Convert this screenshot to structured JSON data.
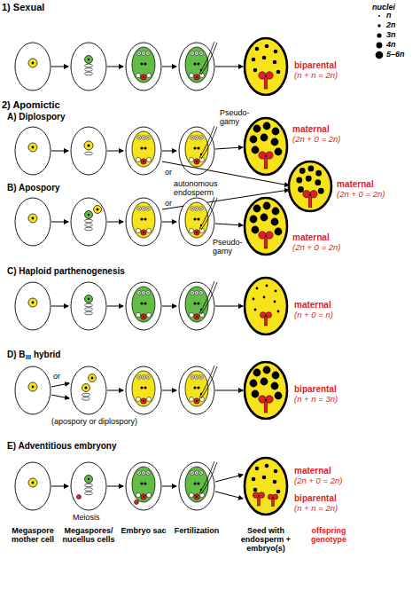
{
  "diagram": {
    "labels": [
      "1) Sexual",
      "biparental",
      "(n + n = 2n)",
      "2) Apomictic",
      "A) Diplospory",
      "Pseudo- gamy",
      "or",
      "autonomous endosperm",
      "maternal",
      "(2n + 0 = 2n)",
      "maternal",
      "(2n + 0 = 2n)",
      "B) Apospory",
      "or",
      "Pseudo- gamy",
      "maternal",
      "(2n + 0 = 2n)",
      "C) Haploid parthenogenesis",
      "maternal",
      "(n + 0 = n)",
      "D) B",
      "III",
      "hybrid",
      "or",
      "(apospory or diplospory)",
      "biparental",
      "(n + n = 3n)",
      "E) Adventitious embryony",
      "Meiosis",
      "maternal",
      "(2n + 0 = 2n)",
      "biparental",
      "(n + n = 2n)",
      "Megaspore mother cell",
      "Megaspores/ nucellus cells",
      "Embryo sac",
      "Fertilization",
      "Seed with endosperm + embryo(s)",
      "offspring genotype",
      "nuclei"
    ],
    "legend": [
      {
        "text": "n"
      },
      {
        "text": "2n"
      },
      {
        "text": "3n"
      },
      {
        "text": "4n"
      },
      {
        "text": "5–6n"
      }
    ]
  }
}
